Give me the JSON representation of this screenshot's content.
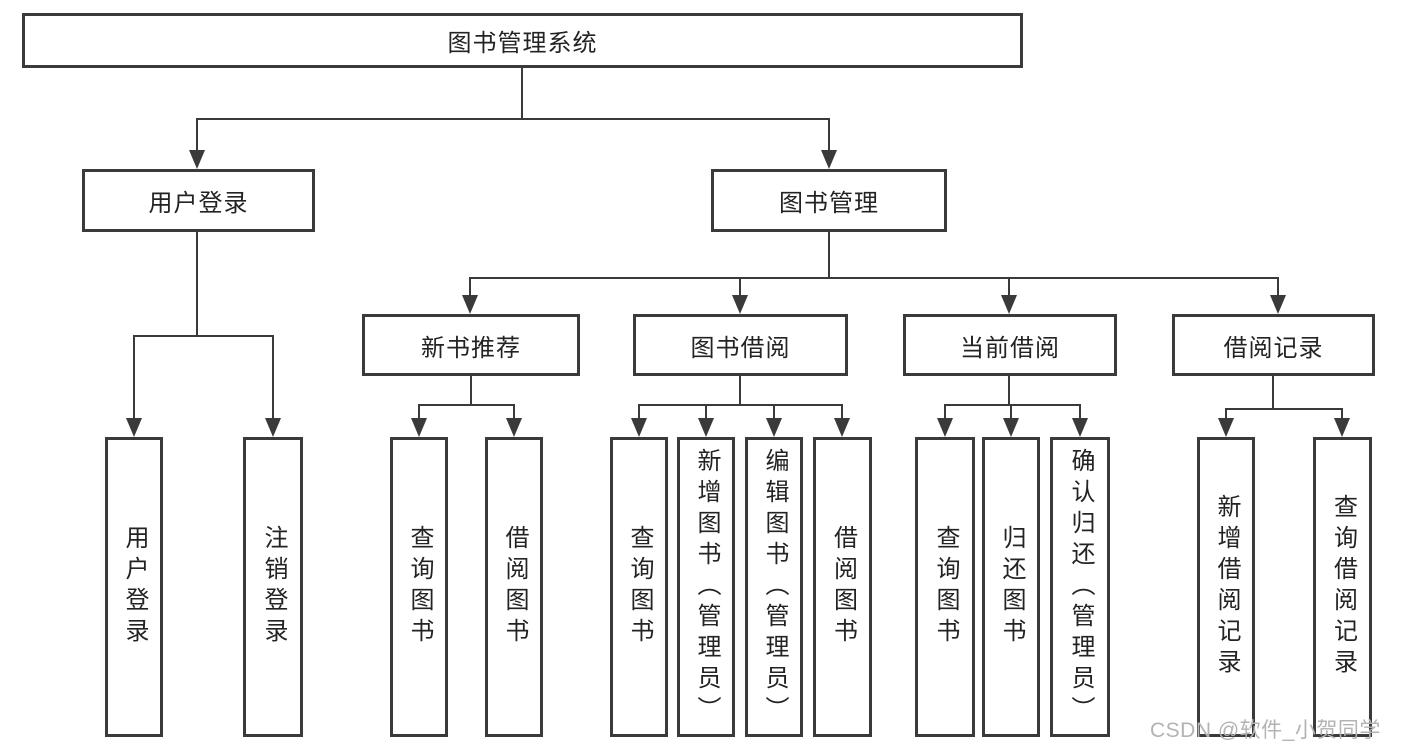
{
  "diagram": {
    "root_label": "图书管理系统",
    "level2": {
      "user_login": "用户登录",
      "book_management": "图书管理"
    },
    "level3": {
      "new_book_recommend": "新书推荐",
      "book_borrow": "图书借阅",
      "current_borrow": "当前借阅",
      "borrow_record": "借阅记录"
    },
    "leaves": {
      "login": [
        "用户登录",
        "注销登录"
      ],
      "new_book_recommend": [
        "查询图书",
        "借阅图书"
      ],
      "book_borrow": [
        "查询图书",
        "新增图书（管理员）",
        "编辑图书（管理员）",
        "借阅图书"
      ],
      "current_borrow": [
        "查询图书",
        "归还图书",
        "确认归还（管理员）"
      ],
      "borrow_record": [
        "新增借阅记录",
        "查询借阅记录"
      ]
    }
  },
  "watermark": {
    "text": "CSDN @软件_小贺同学"
  },
  "colors": {
    "line": "#3a3a3a",
    "text": "#232323",
    "watermark": "#b3b3b3",
    "background": "#ffffff"
  }
}
